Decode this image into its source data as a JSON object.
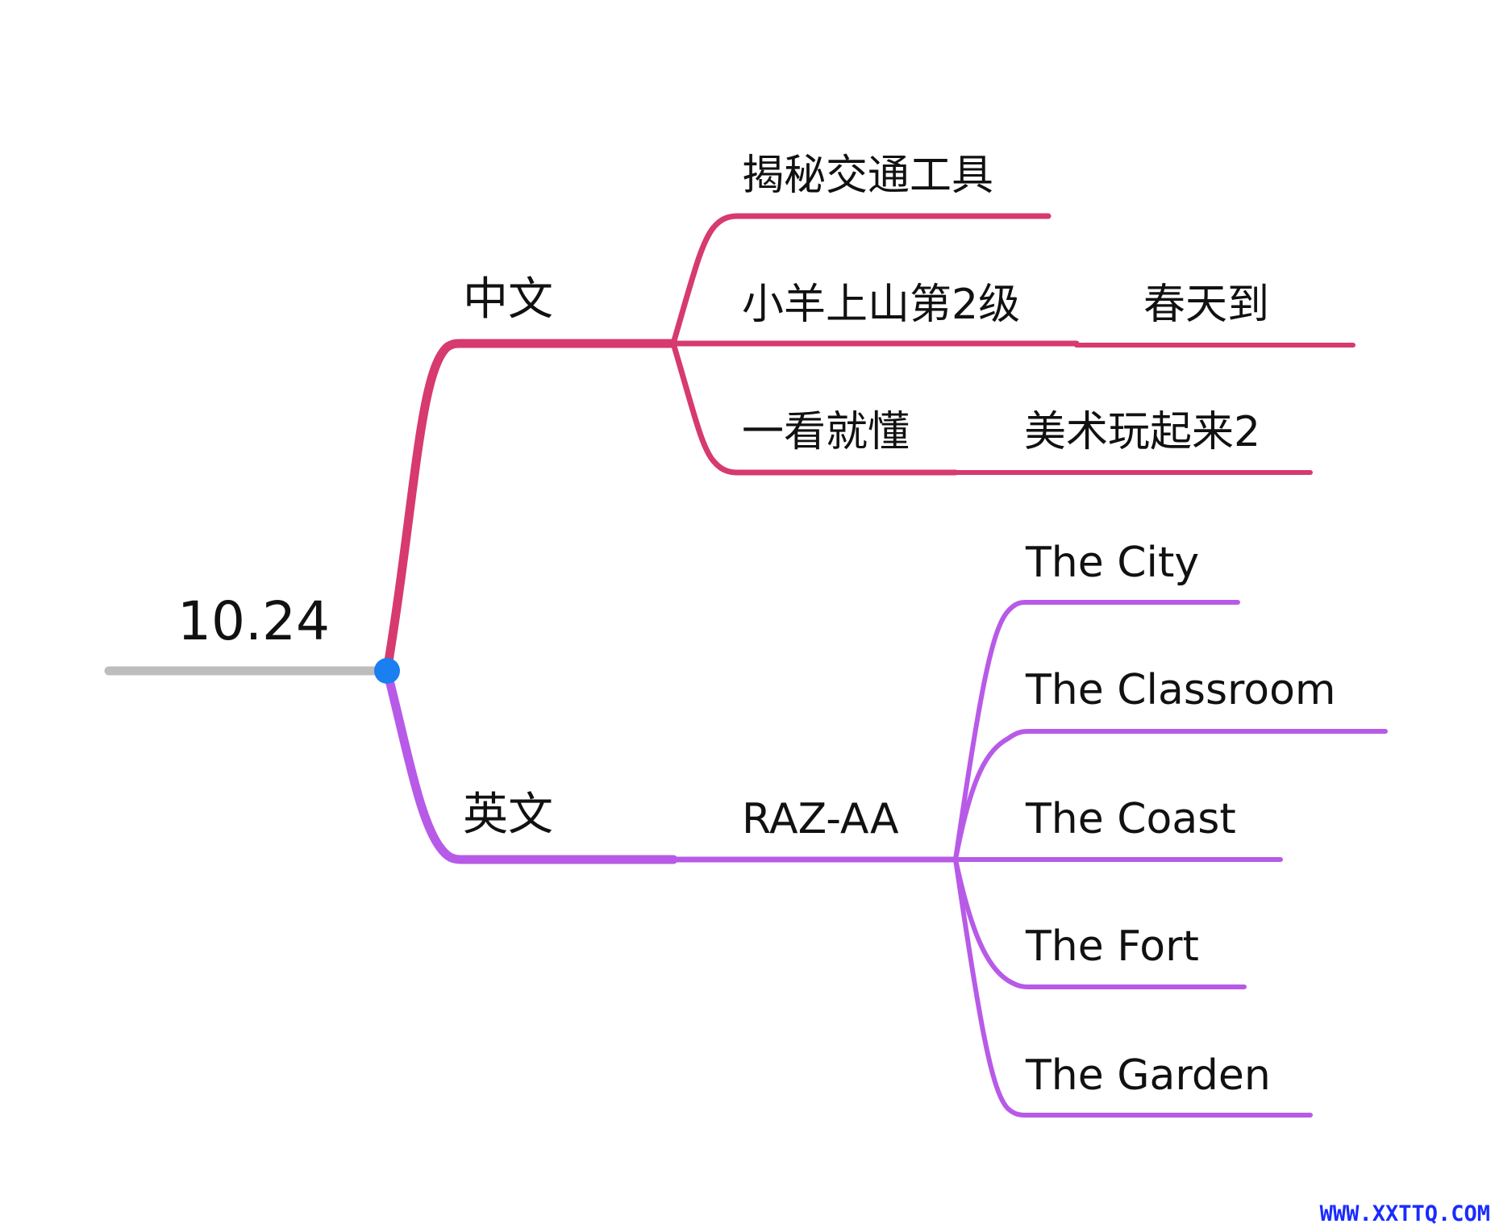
{
  "map": {
    "root": {
      "label": "10.24"
    },
    "branches": [
      {
        "label": "中文",
        "color": "#d63a6e",
        "children": [
          {
            "label": "揭秘交通工具",
            "children": []
          },
          {
            "label": "小羊上山第2级",
            "children": [
              {
                "label": "春天到"
              }
            ]
          },
          {
            "label": "一看就懂",
            "children": [
              {
                "label": "美术玩起来2"
              }
            ]
          }
        ]
      },
      {
        "label": "英文",
        "color": "#b85ae8",
        "children": [
          {
            "label": "RAZ-AA",
            "children": [
              {
                "label": "The City"
              },
              {
                "label": "The Classroom"
              },
              {
                "label": "The Coast"
              },
              {
                "label": "The Fort"
              },
              {
                "label": "The Garden"
              }
            ]
          }
        ]
      }
    ]
  },
  "colors": {
    "root_line": "#bdbdbd",
    "root_dot": "#1a7ff0",
    "text": "#111111"
  },
  "watermark": "WWW.XXTTQ.COM"
}
